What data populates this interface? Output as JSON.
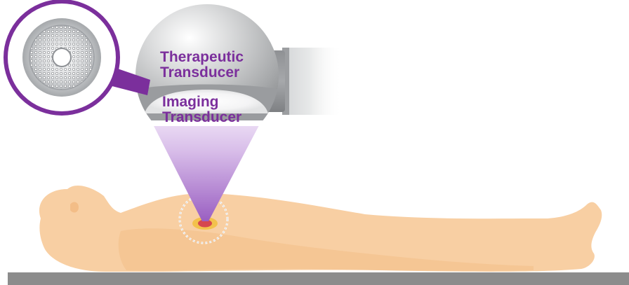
{
  "labels": {
    "therapeutic_line1": "Therapeutic",
    "therapeutic_line2": "Transducer",
    "imaging_line1": "Imaging",
    "imaging_line2": "Transducer"
  },
  "colors": {
    "label_text": "#7b2f9c",
    "magnifier_ring": "#7b2f9c",
    "beam": "#a671c9",
    "body": "#f8cfa3",
    "body_shadow": "#f0b680",
    "table": "#8c8c8c",
    "lesion_outer": "#f3c14c",
    "lesion_inner": "#d6464f",
    "transducer_metal": "#b9bbbd"
  }
}
